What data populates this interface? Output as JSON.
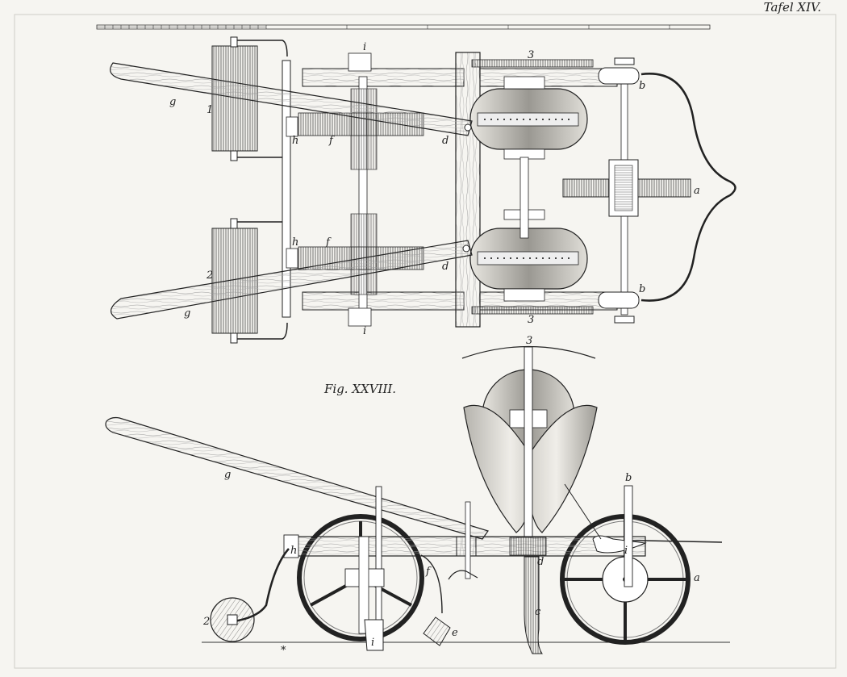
{
  "plate": {
    "plate_label": "Tafel XIV.",
    "figure_label": "Fig. XXVIII."
  },
  "top_view": {
    "labels": {
      "handle_upper": "g",
      "handle_lower": "g",
      "roller_upper": "1",
      "roller_lower": "2",
      "rod_upper": "i",
      "rod_lower": "i",
      "coupling_upper": "h",
      "coupling_lower": "h",
      "share_upper": "f",
      "share_lower": "f",
      "joint_upper": "d",
      "joint_lower": "d",
      "rack_upper": "3",
      "rack_lower": "3",
      "bracket_upper": "b",
      "bracket_lower": "b",
      "wheel": "a"
    }
  },
  "side_view": {
    "labels": {
      "wheel_top_mark": "3",
      "handle": "g",
      "post_right": "b",
      "coupling": "h",
      "share": "f",
      "joint": "d",
      "slot_i": "i",
      "rear_wheel": "a",
      "roller": "2",
      "tine": "c",
      "hook": "e",
      "front_i": "i",
      "small_mark": "*"
    }
  }
}
